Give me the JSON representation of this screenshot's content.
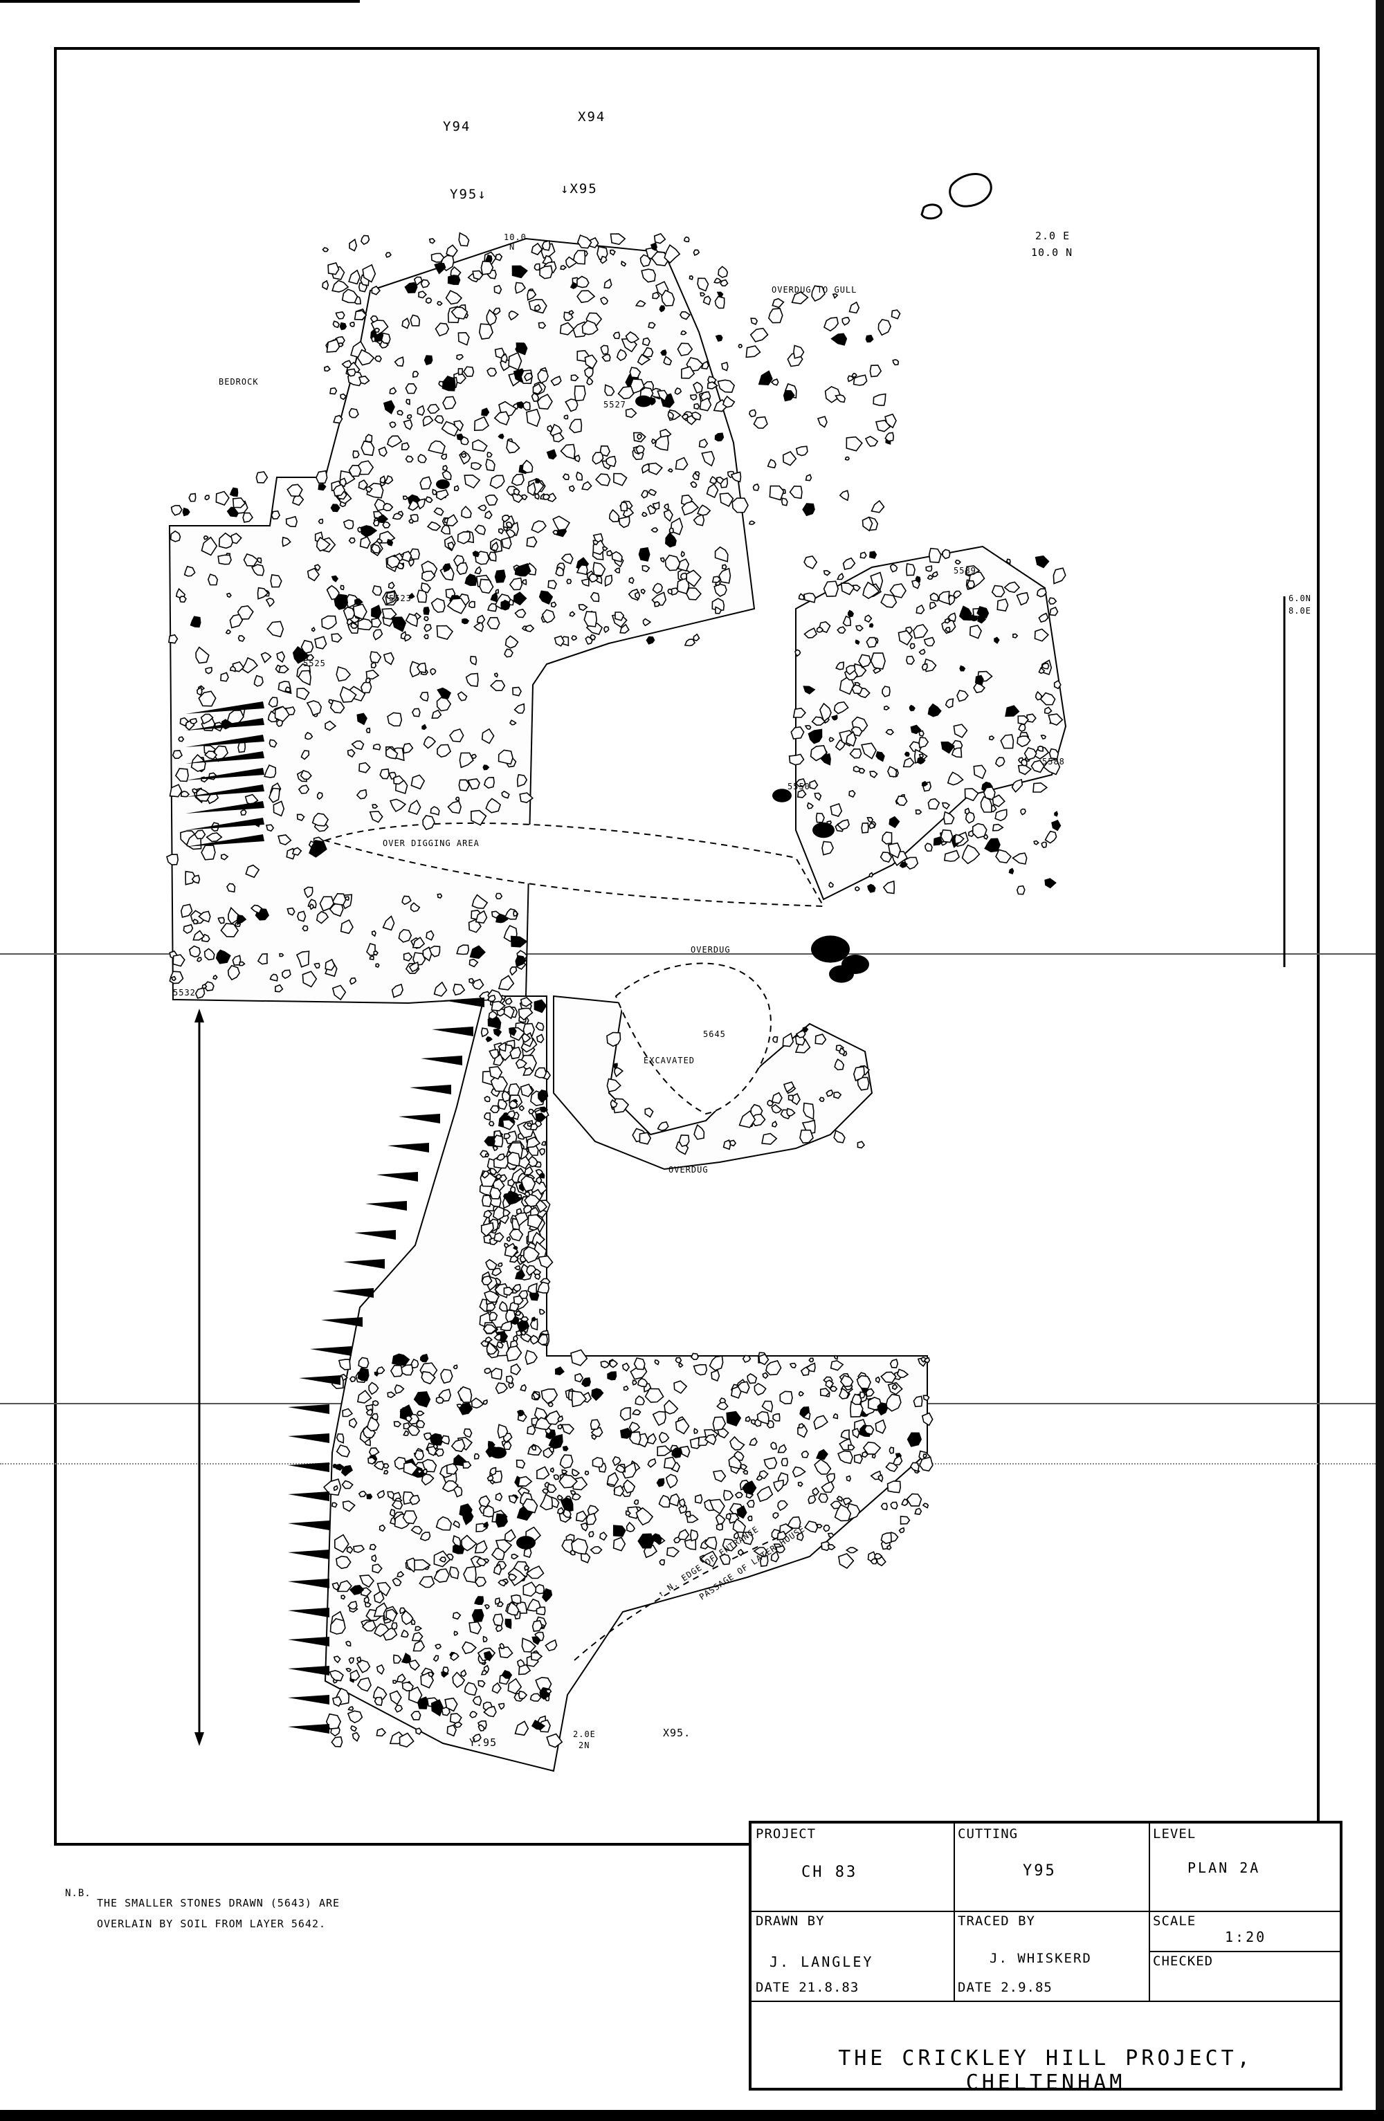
{
  "grid_labels": {
    "y94": "Y94",
    "x94": "X94",
    "y95_arrow": "Y95↓",
    "x95_arrow": "↓X95",
    "ref_10n": "10.0",
    "ref_10n_sub": "N",
    "ref_2e": "2.0 E",
    "ref_10n_right": "10.0 N",
    "ref_6n": "6.0N",
    "ref_8e": "8.0E",
    "y95_bottom": "Y.95",
    "ref_bottom": "2.0E",
    "ref_bottom_sub": "2N",
    "x95_bottom": "X95."
  },
  "annotations": {
    "bedrock": "BEDROCK",
    "overdug_gull": "OVERDUG TO GULL",
    "over_digging": "OVER DIGGING AREA",
    "overdug_top": "OVERDUG",
    "overdug_bottom": "OVERDUG",
    "excavated": "EXCAVATED",
    "edge_note_1": "↑ N. EDGE OF ENTRANCE",
    "edge_note_2": "PASSAGE OF LATER HOUSE"
  },
  "contexts": {
    "c5527": "5527",
    "c5523": "5523",
    "c5525": "5525",
    "c5589": "5589",
    "c5550": "5550",
    "c5645": "5645",
    "c5532": "5532",
    "c5588": "5588"
  },
  "note": {
    "nb": "N.B.",
    "line1": "THE SMALLER STONES DRAWN (5643) ARE",
    "line2": "OVERLAIN BY SOIL FROM LAYER 5642."
  },
  "title_block": {
    "project_label": "PROJECT",
    "project_value": "CH 83",
    "cutting_label": "CUTTING",
    "cutting_value": "Y95",
    "level_label": "LEVEL",
    "level_value": "PLAN 2A",
    "drawn_label": "DRAWN BY",
    "drawn_value": "J. LANGLEY",
    "traced_label": "TRACED BY",
    "traced_value": "J. WHISKERD",
    "scale_label": "SCALE",
    "scale_value": "1:20",
    "checked_label": "CHECKED",
    "date_drawn": "DATE 21.8.83",
    "date_traced": "DATE 2.9.85",
    "footer": "THE CRICKLEY HILL PROJECT, CHELTENHAM"
  }
}
